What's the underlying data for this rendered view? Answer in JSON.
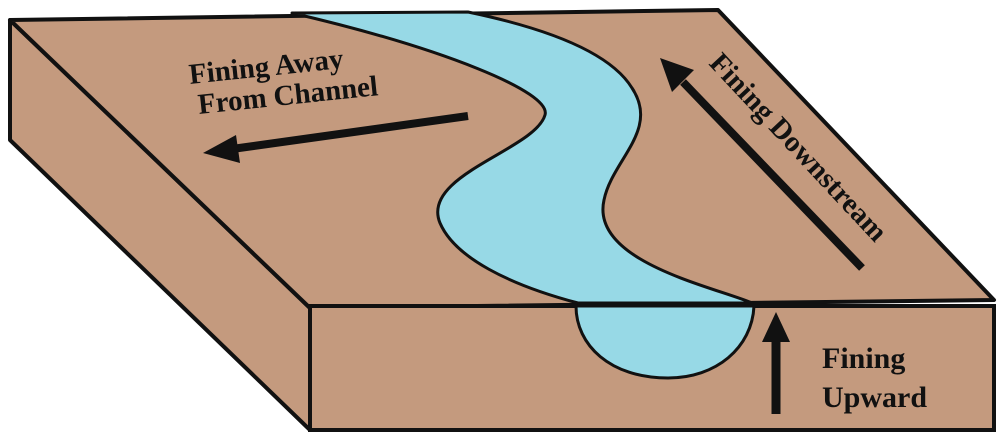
{
  "labels": {
    "fining_away_line1": "Fining Away",
    "fining_away_line2": "From Channel",
    "fining_downstream": "Fining Downstream",
    "fining_upward_line1": "Fining",
    "fining_upward_line2": "Upward"
  },
  "colors": {
    "sediment": "#c49a7e",
    "water": "#97d9e6",
    "outline": "#111111",
    "arrow": "#111111",
    "background": "#ffffff"
  }
}
